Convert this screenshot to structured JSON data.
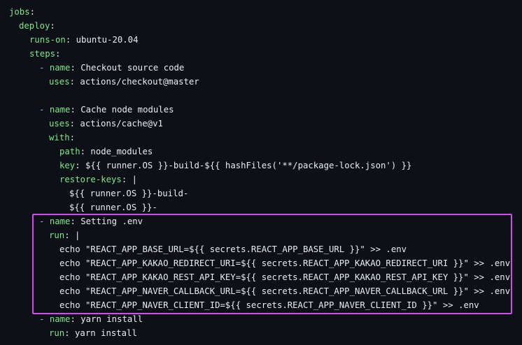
{
  "editor": {
    "highlight_color": "#d34bf2",
    "key_color": "#7ee787",
    "text_color": "#e6edf3",
    "background_color": "#0d1117"
  },
  "lines": [
    {
      "key": "jobs",
      "sep": ":",
      "value": ""
    },
    {
      "key": "deploy",
      "sep": ":",
      "value": ""
    },
    {
      "key": "runs-on",
      "sep": ":",
      "value": " ubuntu-20.04"
    },
    {
      "key": "steps",
      "sep": ":",
      "value": ""
    },
    {
      "dash": "- ",
      "key": "name",
      "sep": ":",
      "value": " Checkout source code"
    },
    {
      "key": "uses",
      "sep": ":",
      "value": " actions/checkout@master"
    },
    {
      "value": ""
    },
    {
      "dash": "- ",
      "key": "name",
      "sep": ":",
      "value": " Cache node modules"
    },
    {
      "key": "uses",
      "sep": ":",
      "value": " actions/cache@v1"
    },
    {
      "key": "with",
      "sep": ":",
      "value": ""
    },
    {
      "key": "path",
      "sep": ":",
      "value": " node_modules"
    },
    {
      "key": "key",
      "sep": ":",
      "value": " ${{ runner.OS }}-build-${{ hashFiles('**/package-lock.json') }}"
    },
    {
      "key": "restore-keys",
      "sep": ":",
      "value": " |"
    },
    {
      "value": "${{ runner.OS }}-build-"
    },
    {
      "value": "${{ runner.OS }}-"
    },
    {
      "dash": "- ",
      "key": "name",
      "sep": ":",
      "value": " Setting .env"
    },
    {
      "key": "run",
      "sep": ":",
      "value": " |"
    },
    {
      "value": "echo \"REACT_APP_BASE_URL=${{ secrets.REACT_APP_BASE_URL }}\" >> .env"
    },
    {
      "value": "echo \"REACT_APP_KAKAO_REDIRECT_URI=${{ secrets.REACT_APP_KAKAO_REDIRECT_URI }}\" >> .env"
    },
    {
      "value": "echo \"REACT_APP_KAKAO_REST_API_KEY=${{ secrets.REACT_APP_KAKAO_REST_API_KEY }}\" >> .env"
    },
    {
      "value": "echo \"REACT_APP_NAVER_CALLBACK_URL=${{ secrets.REACT_APP_NAVER_CALLBACK_URL }}\" >> .env"
    },
    {
      "value": "echo \"REACT_APP_NAVER_CLIENT_ID=${{ secrets.REACT_APP_NAVER_CLIENT_ID }}\" >> .env"
    },
    {
      "dash": "- ",
      "key": "name",
      "sep": ":",
      "value": " yarn install"
    },
    {
      "key": "run",
      "sep": ":",
      "value": " yarn install"
    }
  ]
}
